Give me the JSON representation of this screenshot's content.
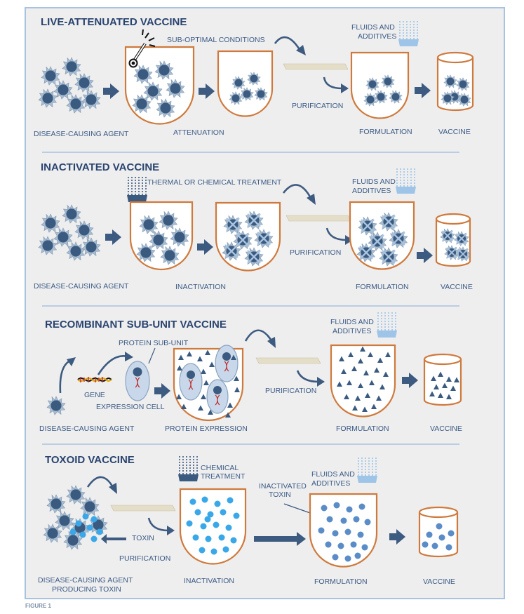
{
  "figure_label": "FIGURE 1",
  "colors": {
    "border": "#a8c2df",
    "panel_bg": "#eeeeee",
    "title": "#2a4470",
    "label": "#3c5b86",
    "vessel_stroke": "#cf7a3d",
    "agent_fill": "#3a5a80",
    "toxin": "#3aa8e8",
    "inactivated_toxin": "#5a8cc8",
    "fluid_drops": "#9ec4e8"
  },
  "sections": {
    "live": {
      "title": "LIVE-ATTENUATED VACCINE",
      "conditions": "SUB-OPTIMAL CONDITIONS",
      "purification": "PURIFICATION",
      "fluids1": "FLUIDS AND",
      "fluids2": "ADDITIVES",
      "agent": "DISEASE-CAUSING AGENT",
      "attenuation": "ATTENUATION",
      "formulation": "FORMULATION",
      "vaccine": "VACCINE"
    },
    "inactivated": {
      "title": "INACTIVATED VACCINE",
      "treatment": "THERMAL OR CHEMICAL TREATMENT",
      "fluids1": "FLUIDS AND",
      "fluids2": "ADDITIVES",
      "purification": "PURIFICATION",
      "agent": "DISEASE-CAUSING AGENT",
      "inactivation": "INACTIVATION",
      "formulation": "FORMULATION",
      "vaccine": "VACCINE"
    },
    "recombinant": {
      "title": "RECOMBINANT SUB-UNIT VACCINE",
      "fluids1": "FLUIDS AND",
      "fluids2": "ADDITIVES",
      "protein_subunit": "PROTEIN SUB-UNIT",
      "gene": "GENE",
      "expression_cell": "EXPRESSION CELL",
      "purification": "PURIFICATION",
      "agent": "DISEASE-CAUSING AGENT",
      "protein_expression": "PROTEIN EXPRESSION",
      "formulation": "FORMULATION",
      "vaccine": "VACCINE"
    },
    "toxoid": {
      "title": "TOXOID VACCINE",
      "chemical1": "CHEMICAL",
      "chemical2": "TREATMENT",
      "fluids1": "FLUIDS AND",
      "fluids2": "ADDITIVES",
      "inactivated1": "INACTIVATED",
      "inactivated2": "TOXIN",
      "toxin": "TOXIN",
      "purification": "PURIFICATION",
      "agent1": "DISEASE-CAUSING AGENT",
      "agent2": "PRODUCING TOXIN",
      "inactivation": "INACTIVATION",
      "formulation": "FORMULATION",
      "vaccine": "VACCINE"
    }
  }
}
